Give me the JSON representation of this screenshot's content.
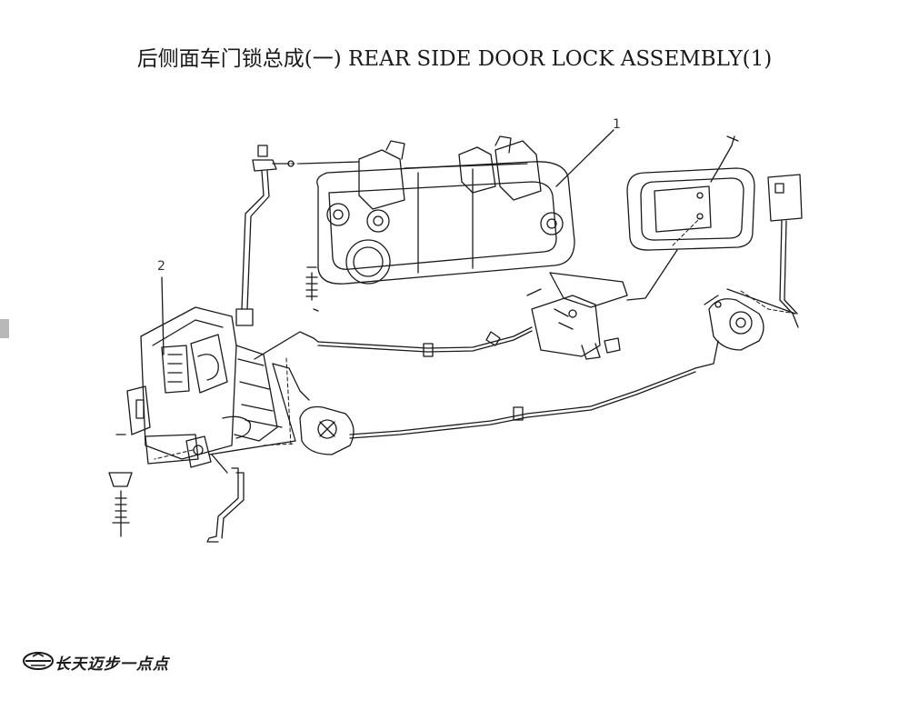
{
  "page": {
    "title": "后侧面车门锁总成(一)  REAR SIDE DOOR LOCK ASSEMBLY(1)"
  },
  "diagram": {
    "callouts": [
      "1",
      "2"
    ]
  },
  "footer": {
    "brand_text": "长天迈步一点点",
    "logo_icon": "great-wall-logo-icon"
  },
  "colors": {
    "line": "#1a1a1a",
    "side_tab": "#b8b8b8"
  }
}
